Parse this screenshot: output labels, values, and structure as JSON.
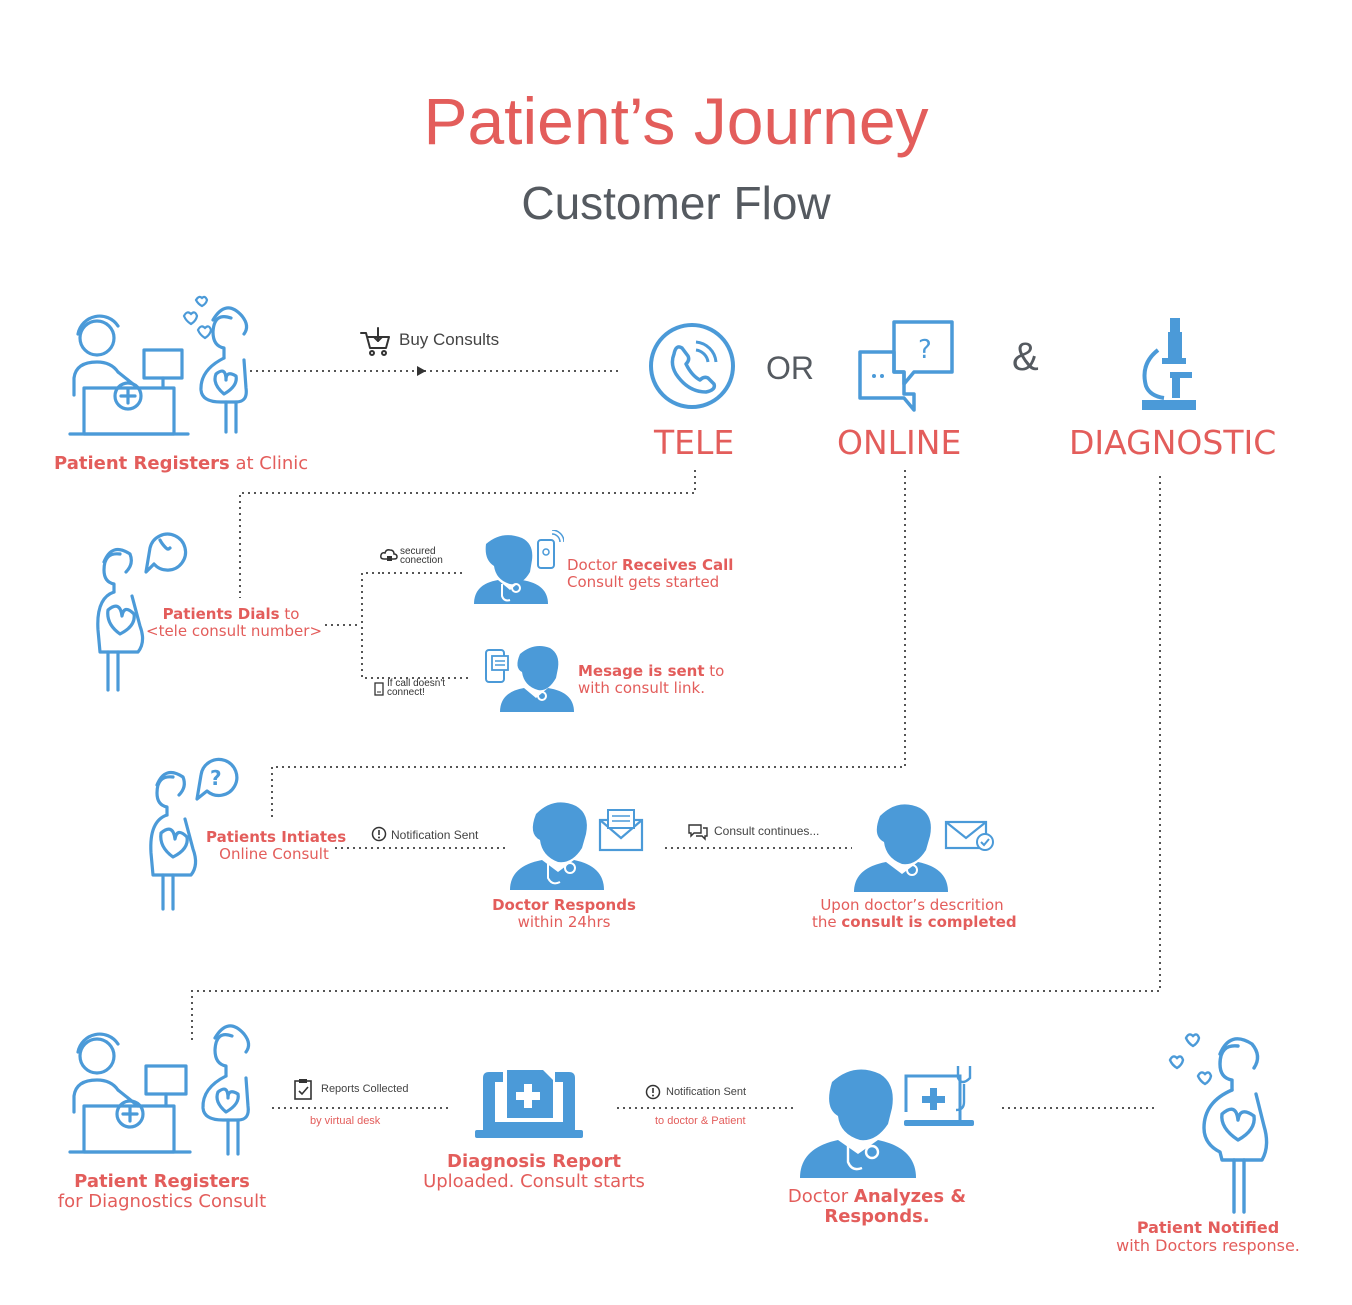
{
  "title": "Patient’s Journey",
  "subtitle": "Customer Flow",
  "colors": {
    "accent_red": "#e35d5b",
    "icon_blue": "#4b9ad8",
    "text_gray": "#555a60"
  },
  "top": {
    "register_bold": "Patient Registers",
    "register_rest": " at Clinic",
    "buy_consults": "Buy Consults",
    "or": "OR",
    "amp": "&",
    "tele": "TELE",
    "online": "ONLINE",
    "diagnostic": "DIAGNOSTIC"
  },
  "tele_flow": {
    "dials_bold": "Patients Dials",
    "dials_rest": " to",
    "dials_line2": "<tele consult number>",
    "secured_line1": "secured",
    "secured_line2": "conection",
    "receives_pre": "Doctor ",
    "receives_bold": "Receives Call",
    "receives_line2": "Consult gets started",
    "nocall_line1": "If call doesn't",
    "nocall_line2": "connect!",
    "message_bold": "Mesage is sent",
    "message_rest": " to",
    "message_line2": "with consult link."
  },
  "online_flow": {
    "initiates_line1": "Patients Intiates",
    "initiates_line2": "Online Consult",
    "notification": "Notification Sent",
    "responds_bold": "Doctor Responds",
    "responds_line2": "within 24hrs",
    "continues": "Consult continues...",
    "completed_line1": "Upon doctor’s descrition",
    "completed_pre": "the ",
    "completed_bold": "consult is completed"
  },
  "diag_flow": {
    "register_bold": "Patient Registers",
    "register_line2": "for Diagnostics Consult",
    "reports": "Reports Collected",
    "reports_sub": "by virtual desk",
    "report_bold": "Diagnosis Report",
    "report_line2": "Uploaded. Consult starts",
    "notification": "Notification Sent",
    "notification_sub": "to doctor & Patient",
    "analyzes_pre": "Doctor ",
    "analyzes_bold": "Analyzes &",
    "analyzes_line2": "Responds.",
    "notified_bold": "Patient Notified",
    "notified_line2": "with Doctors response."
  }
}
